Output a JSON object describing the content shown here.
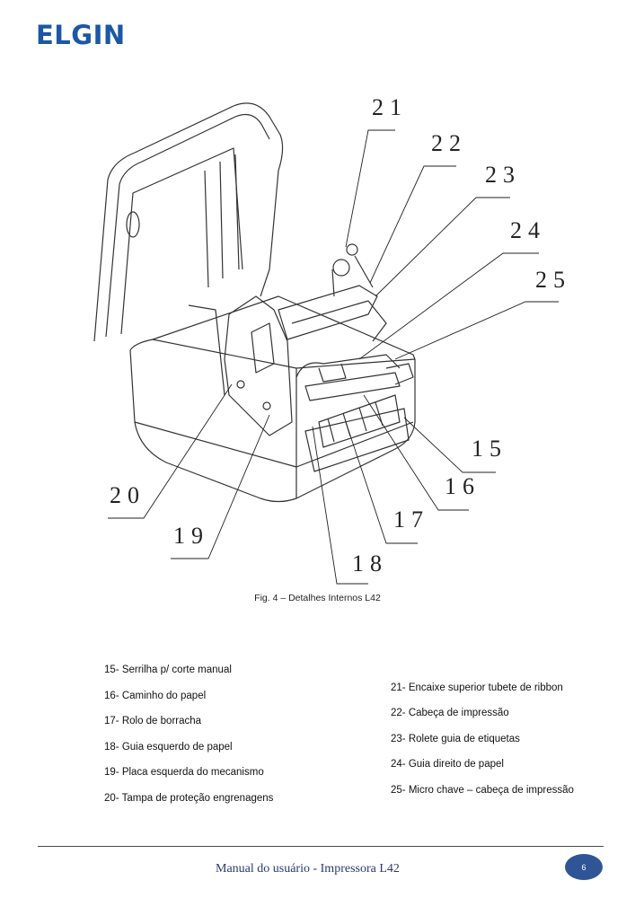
{
  "header": {
    "logo_text": "ELGIN"
  },
  "figure": {
    "caption": "Fig. 4 – Detalhes Internos L42",
    "callouts": [
      {
        "label": "21"
      },
      {
        "label": "22"
      },
      {
        "label": "23"
      },
      {
        "label": "24"
      },
      {
        "label": "25"
      },
      {
        "label": "15"
      },
      {
        "label": "16"
      },
      {
        "label": "17"
      },
      {
        "label": "18"
      },
      {
        "label": "19"
      },
      {
        "label": "20"
      }
    ]
  },
  "legend": {
    "left": [
      "15- Serrilha p/ corte manual",
      "16- Caminho do papel",
      "17- Rolo de borracha",
      "18- Guia esquerdo de papel",
      "19- Placa esquerda do mecanismo",
      "20- Tampa de proteção engrenagens"
    ],
    "right": [
      "21- Encaixe superior tubete de ribbon",
      "22- Cabeça de impressão",
      "23- Rolete guia de etiquetas",
      "24- Guia direito de papel",
      "25- Micro chave – cabeça de impressão"
    ]
  },
  "footer": {
    "title": "Manual do usuário - Impressora L42",
    "page_number": "6"
  }
}
